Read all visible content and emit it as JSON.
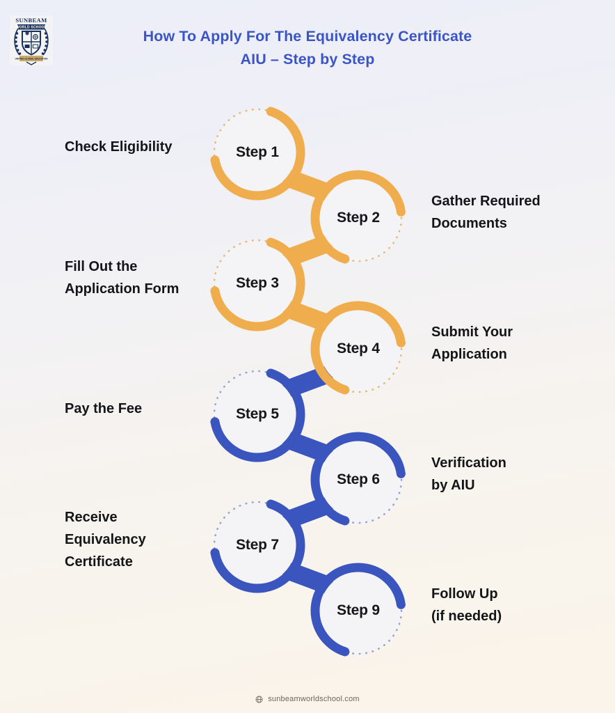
{
  "header": {
    "title_line_1": "How To Apply For The Equivalency Certificate",
    "title_line_2": "AIU – Step by Step",
    "logo": {
      "icon": "school-crest-logo",
      "name_top": "SUNBEAM",
      "name_banner": "WORLD SCHOOL",
      "motto": "UNITING GLOBAL EDUCATION"
    }
  },
  "diagram": {
    "type": "step-flow",
    "orange_color": "#efad4e",
    "blue_color": "#3a55be",
    "dotted_orange": "#e7b978",
    "dotted_blue": "#93a2d8",
    "circle_fill": "#f4f3f6",
    "steps": [
      {
        "badge": "Step 1",
        "label": "Check Eligibility",
        "side": "left",
        "color": "#efad4e"
      },
      {
        "badge": "Step 2",
        "label": "Gather Required\nDocuments",
        "side": "right",
        "color": "#efad4e"
      },
      {
        "badge": "Step 3",
        "label": "Fill Out the\nApplication Form",
        "side": "left",
        "color": "#efad4e"
      },
      {
        "badge": "Step 4",
        "label": "Submit Your\nApplication",
        "side": "right",
        "color": "#efad4e"
      },
      {
        "badge": "Step 5",
        "label": "Pay the Fee",
        "side": "left",
        "color": "#3a55be"
      },
      {
        "badge": "Step 6",
        "label": "Verification\nby AIU",
        "side": "right",
        "color": "#3a55be"
      },
      {
        "badge": "Step 7",
        "label": "Receive\nEquivalency\nCertificate",
        "side": "left",
        "color": "#3a55be"
      },
      {
        "badge": "Step 9",
        "label": "Follow Up\n(if needed)",
        "side": "right",
        "color": "#3a55be"
      }
    ]
  },
  "footer": {
    "icon": "globe-icon",
    "website": "sunbeamworldschool.com"
  }
}
